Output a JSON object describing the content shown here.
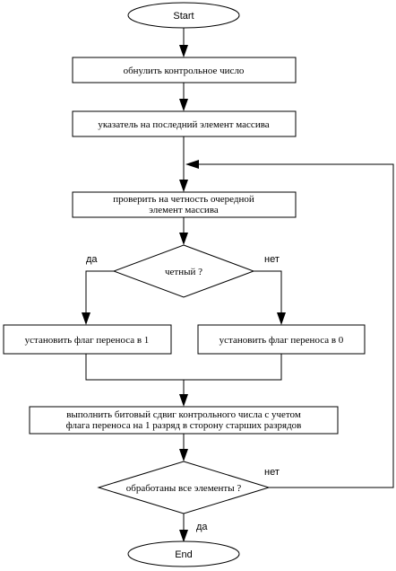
{
  "flowchart": {
    "start": "Start",
    "end": "End",
    "step_reset": "обнулить контрольное число",
    "step_pointer": "указатель на последний элемент массива",
    "step_check_line1": "проверить на четность очередной",
    "step_check_line2": "элемент массива",
    "decision_even": "четный ?",
    "branch_yes": "да",
    "branch_no": "нет",
    "step_flag_1": "установить флаг переноса в 1",
    "step_flag_0": "установить флаг переноса в 0",
    "step_shift_line1": "выполнить битовый сдвиг контрольного числа с учетом",
    "step_shift_line2": "флага переноса на 1 разряд в сторону старших разрядов",
    "decision_done": "обработаны все элементы ?",
    "done_no": "нет",
    "done_yes": "да"
  }
}
